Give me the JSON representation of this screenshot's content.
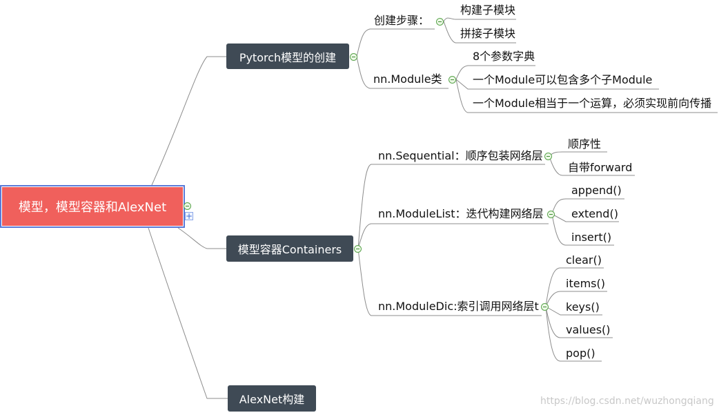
{
  "root": {
    "label": "模型，模型容器和AlexNet"
  },
  "branches": {
    "creation": {
      "label": "Pytorch模型的创建",
      "steps": {
        "label": "创建步骤：",
        "items": [
          "构建子模块",
          "拼接子模块"
        ]
      },
      "module": {
        "label": "nn.Module类",
        "items": [
          "8个参数字典",
          "一个Module可以包含多个子Module",
          "一个Module相当于一个运算，必须实现前向传播"
        ]
      }
    },
    "containers": {
      "label": "模型容器Containers",
      "sequential": {
        "label": "nn.Sequential：顺序包装网络层",
        "items": [
          "顺序性",
          "自带forward"
        ]
      },
      "modulelist": {
        "label": "nn.ModuleList：迭代构建网络层",
        "items": [
          "append()",
          "extend()",
          "insert()"
        ]
      },
      "moduledic": {
        "label": "nn.ModuleDic:索引调用网络层t",
        "items": [
          "clear()",
          "items()",
          "keys()",
          "values()",
          "pop()"
        ]
      }
    },
    "alexnet": {
      "label": "AlexNet构建"
    }
  },
  "root_controls": {
    "expand_symbol": "+"
  },
  "watermark": "https://blog.csdn.net/wuzhongqiang",
  "colors": {
    "root_fill": "#f0605c",
    "root_frame": "#5a7ad8",
    "branch_fill": "#3f4a55",
    "line": "#8c8c8c",
    "toggle": "#58a34a"
  }
}
